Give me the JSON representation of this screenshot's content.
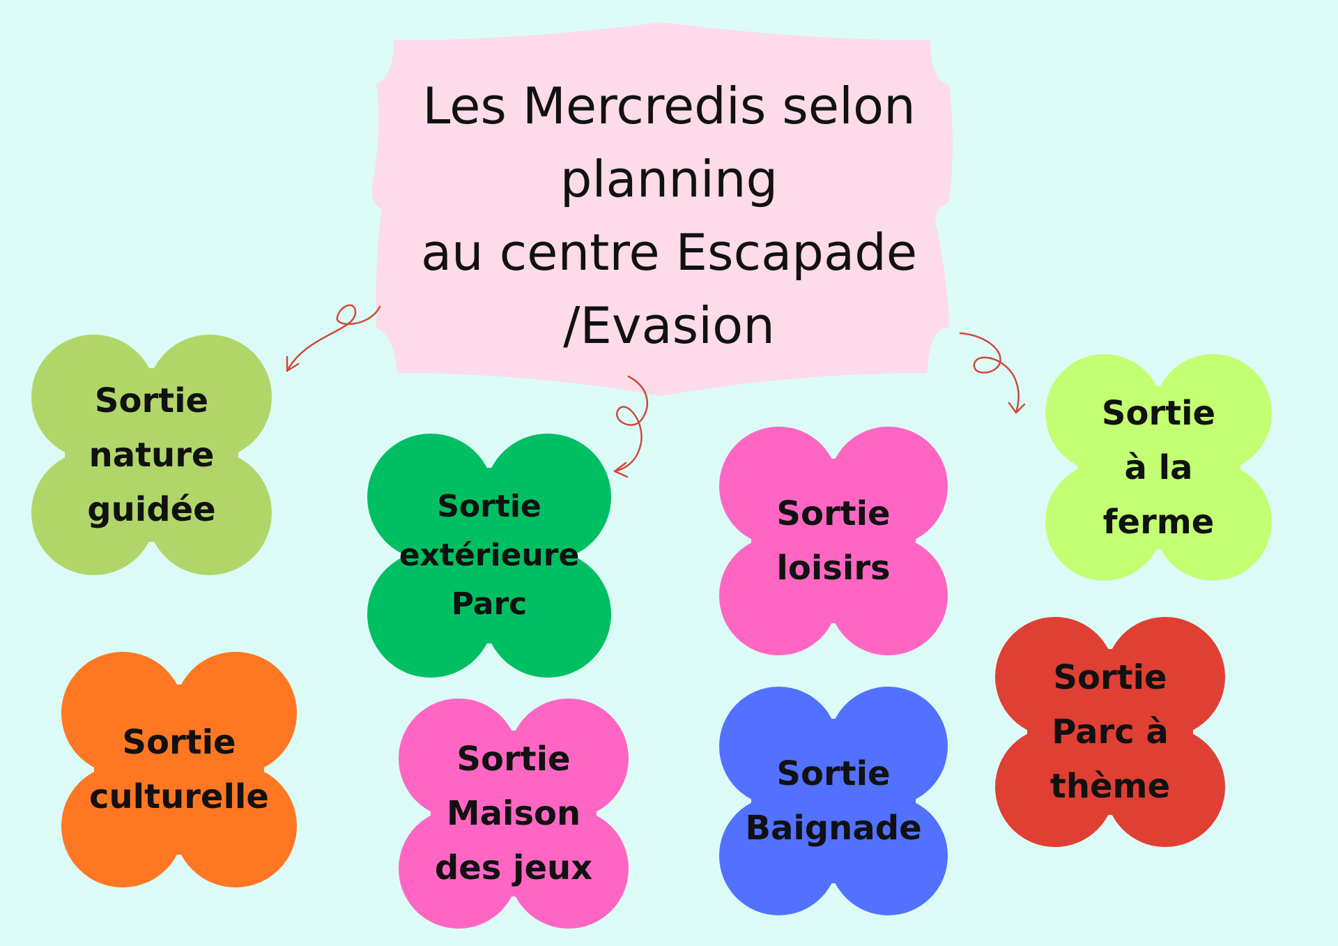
{
  "diagram": {
    "background_color": "#dcfbf7",
    "title": {
      "lines": [
        "Les Mercredis selon",
        "planning",
        "au centre Escapade",
        "/Evasion"
      ],
      "frame_color": "#fddbe8"
    },
    "arrow_color": "#d0483b",
    "nodes": [
      {
        "lines": [
          "Sortie",
          "nature",
          "guidée"
        ],
        "color": "#b0d66a"
      },
      {
        "lines": [
          "Sortie",
          "extérieure",
          "Parc"
        ],
        "color": "#00bf63"
      },
      {
        "lines": [
          "Sortie",
          "loisirs"
        ],
        "color": "#ff66c4"
      },
      {
        "lines": [
          "Sortie",
          "à la",
          "ferme"
        ],
        "color": "#c2ff72"
      },
      {
        "lines": [
          "Sortie",
          "culturelle"
        ],
        "color": "#ff7722"
      },
      {
        "lines": [
          "Sortie",
          "Maison",
          "des jeux"
        ],
        "color": "#ff66c4"
      },
      {
        "lines": [
          "Sortie",
          "Baignade"
        ],
        "color": "#5271ff"
      },
      {
        "lines": [
          "Sortie",
          "Parc à",
          "thème"
        ],
        "color": "#e03f33"
      }
    ]
  }
}
